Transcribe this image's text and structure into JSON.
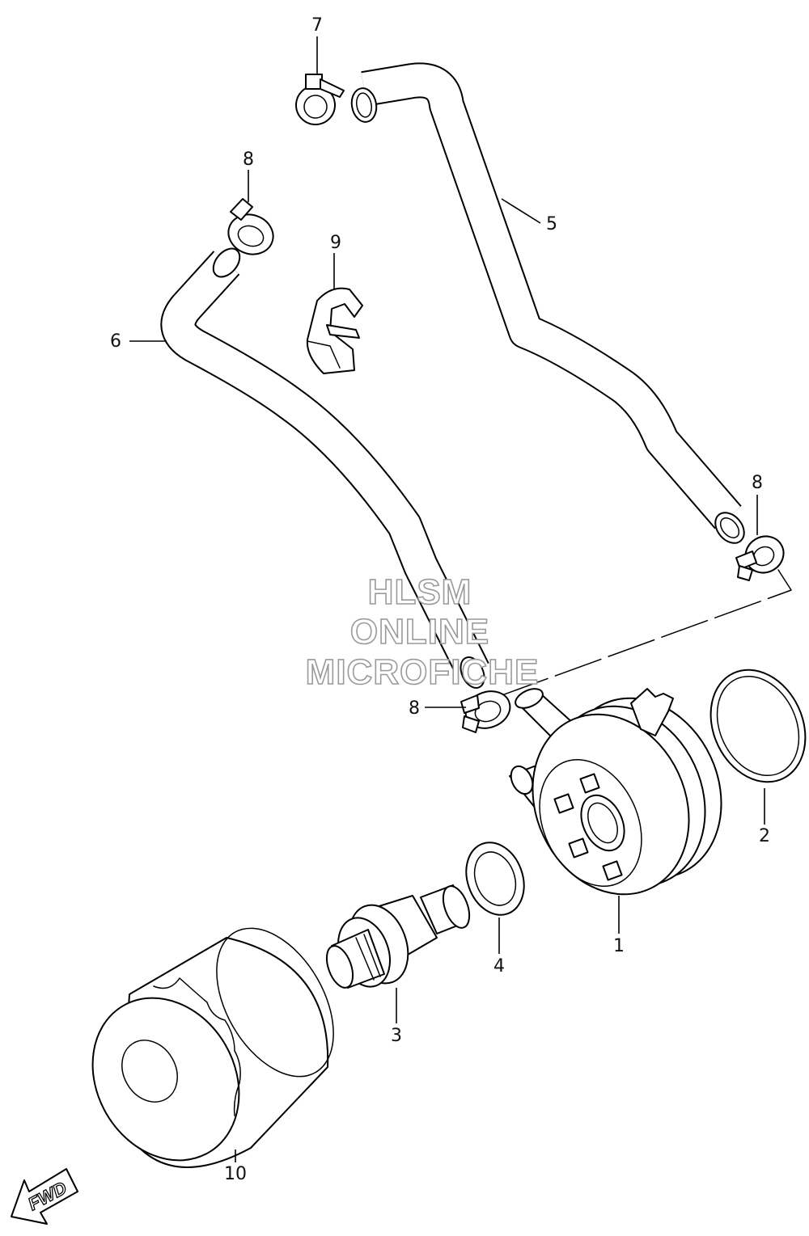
{
  "callouts": {
    "c1": "1",
    "c2": "2",
    "c3": "3",
    "c4": "4",
    "c5": "5",
    "c6": "6",
    "c7": "7",
    "c8_top": "8",
    "c8_right": "8",
    "c8_mid": "8",
    "c9": "9",
    "c10": "10"
  },
  "watermark": {
    "line1": "HLSM",
    "line2": "ONLINE",
    "line3": "MICROFICHE",
    "color": "#9a9a9a"
  },
  "direction_arrow": {
    "label": "FWD",
    "icon": "arrow-down-left-icon"
  }
}
